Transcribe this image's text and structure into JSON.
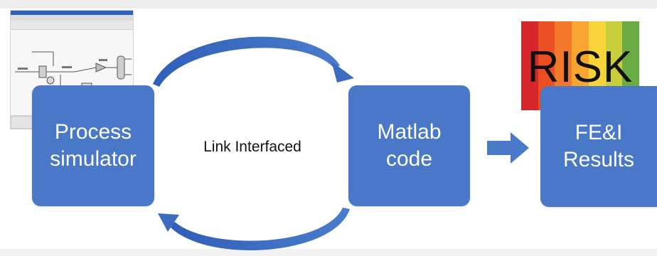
{
  "boxes": {
    "process": {
      "line1": "Process",
      "line2": "simulator"
    },
    "matlab": {
      "line1": "Matlab",
      "line2": "code"
    },
    "results": {
      "line1": "FE&I",
      "line2": "Results"
    }
  },
  "link_label": "Link Interfaced",
  "risk_badge": {
    "text": "RISK",
    "stripe_colors": [
      "#d7262b",
      "#ea4f24",
      "#f3782a",
      "#f7a632",
      "#f9d33a",
      "#c8cf3a",
      "#6aab45"
    ]
  },
  "colors": {
    "box": "#4a78c8",
    "arrow": "#3d6bbf"
  }
}
